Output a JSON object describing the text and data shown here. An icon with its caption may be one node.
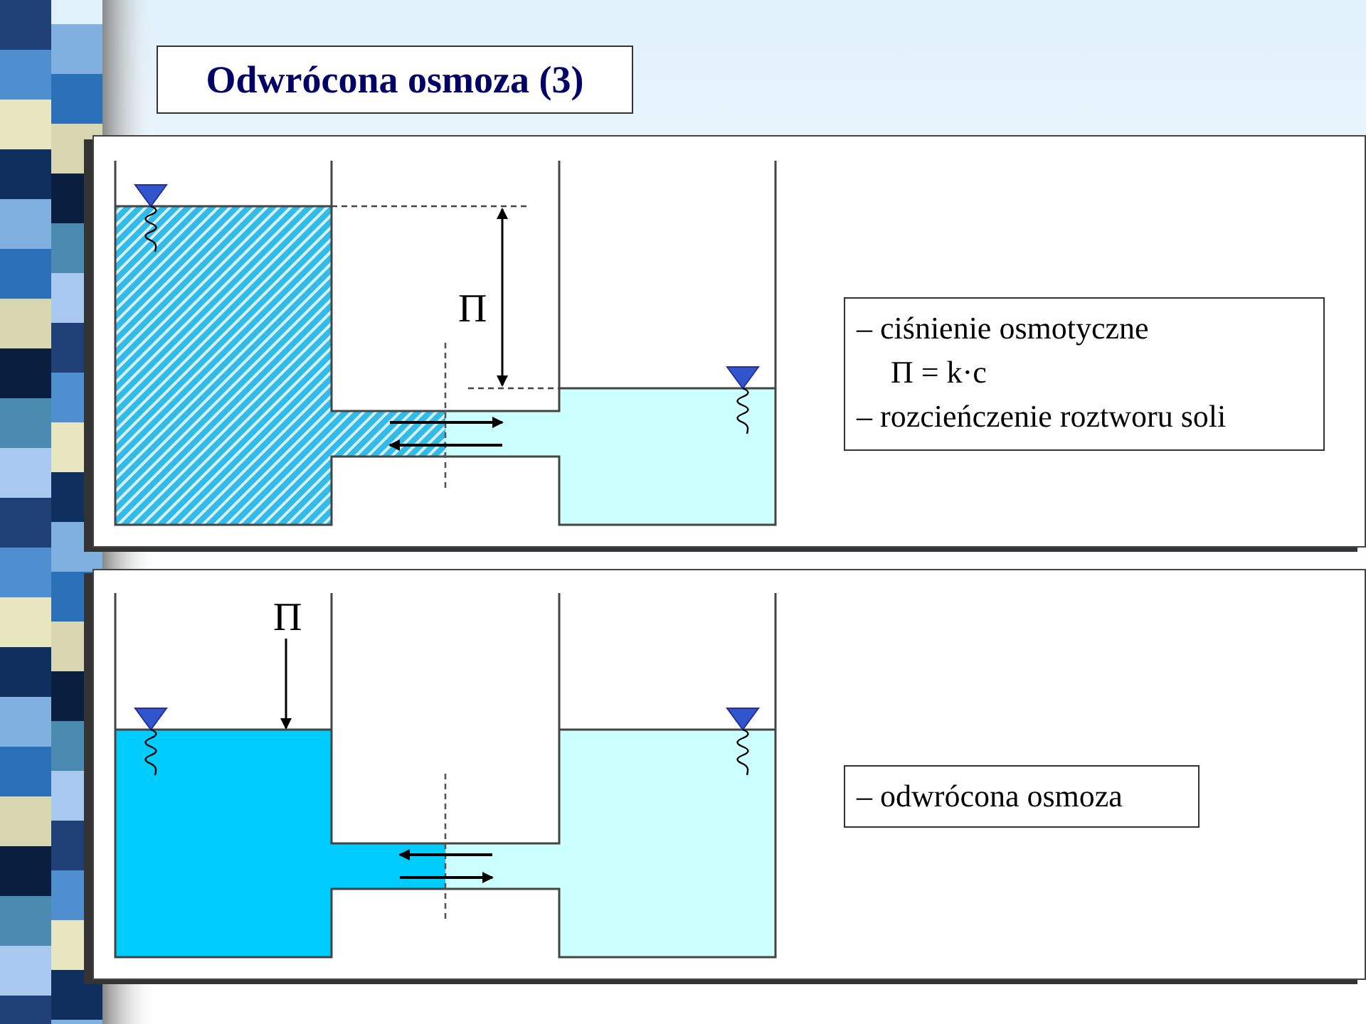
{
  "diagram": {
    "title": "Odwrócona osmoza (3)",
    "nodes": [
      {
        "text": [],
        "shape": "box"
      },
      {
        "text": [
          "– ciśnienie osmotyczne",
          "Π = k·c",
          "– rozcieńczenie roztworu soli"
        ],
        "in": 0
      },
      {
        "text": [],
        "shape": "box"
      },
      {
        "text": [
          "– odwrócona osmoza"
        ],
        "in": 2
      }
    ],
    "labels": [
      "Π",
      "Π"
    ]
  }
}
